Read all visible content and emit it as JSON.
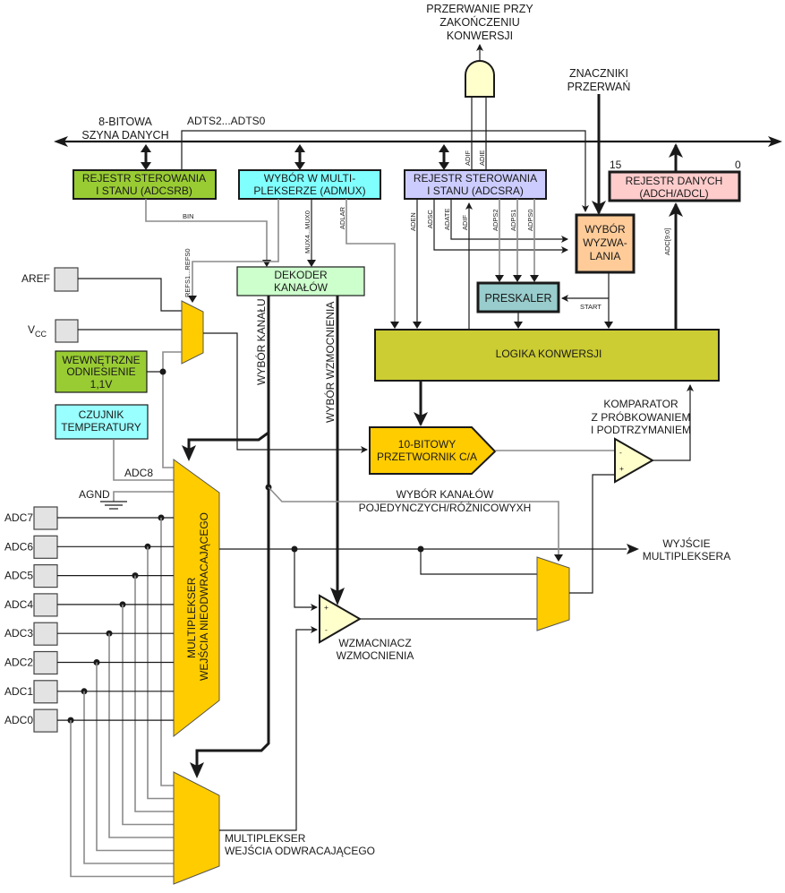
{
  "title": "Schemat blokowy przetwornika A/C",
  "labels": {
    "interrupt_title_1": "PRZERWANIE PRZY",
    "interrupt_title_2": "ZAKOŃCZENIU",
    "interrupt_title_3": "KONWERSJI",
    "flags_1": "ZNACZNIKI",
    "flags_2": "PRZERWAŃ",
    "bus_1": "8-BITOWA",
    "bus_2": "SZYNA DANYCH",
    "adts": "ADTS2...ADTS0",
    "bit15": "15",
    "bit0": "0",
    "bin": "BIN",
    "mux_sel": "MUX4...MUX0",
    "adlar": "ADLAR",
    "refs": "REFS1...REFS0",
    "aden": "ADEN",
    "adsc": "ADSC",
    "adate": "ADATE",
    "adif_in": "ADIF",
    "adif": "ADIF",
    "adie": "ADIE",
    "adps2": "ADPS2",
    "adps1": "ADPS1",
    "adps0": "ADPS0",
    "adc_bits": "ADC[9:0]",
    "start": "START",
    "ch_sel": "WYBÓR KANAŁU",
    "gain_sel": "WYBÓR WZMOCNIENIA",
    "adc8": "ADC8",
    "agnd": "AGND",
    "diff_sel_1": "WYBÓR KANAŁÓW",
    "diff_sel_2": "POJEDYNCZYCH/RÓŻNICOWYXH",
    "mux_out_1": "WYJŚCIE",
    "mux_out_2": "MULTIPLEKSERA",
    "comp_1": "KOMPARATOR",
    "comp_2": "Z PRÓBKOWANIEM",
    "comp_3": "I PODTRZYMANIEM",
    "gain_amp_1": "WZMACNIACZ",
    "gain_amp_2": "WZMOCNIENIA",
    "pos_mux_1": "MULTIPLEKSER",
    "pos_mux_2": "WEJŚCIA NIEODWRACAJĄCEGO",
    "neg_mux_1": "MULTIPLEKSER",
    "neg_mux_2": "WEJŚCIA ODWRACAJĄCEGO",
    "plus": "+",
    "minus": "-",
    "aref": "AREF",
    "vcc": "V",
    "vcc_sub": "CC"
  },
  "blocks": {
    "adcsrb": [
      "REJESTR STEROWANIA",
      "I STANU (ADCSRB)"
    ],
    "admux": [
      "WYBÓR W MULTI-",
      "PLEKSERZE (ADMUX)"
    ],
    "adcsra": [
      "REJESTR STEROWANIA",
      "I STANU (ADCSRA)"
    ],
    "data_reg": [
      "REJESTR DANYCH",
      "(ADCH/ADCL)"
    ],
    "trigger": [
      "WYBÓR",
      "WYZWA-",
      "LANIA"
    ],
    "prescaler": [
      "PRESKALER"
    ],
    "decoder": [
      "DEKODER",
      "KANAŁÓW"
    ],
    "logic": [
      "LOGIKA KONWERSJI"
    ],
    "internal_ref": [
      "WEWNĘTRZNE",
      "ODNIESIENIE",
      "1,1V"
    ],
    "temp_sensor": [
      "CZUJNIK",
      "TEMPERATURY"
    ],
    "dac": [
      "10-BITOWY",
      "PRZETWORNIK C/A"
    ]
  },
  "adc_pins": [
    "ADC7",
    "ADC6",
    "ADC5",
    "ADC4",
    "ADC3",
    "ADC2",
    "ADC1",
    "ADC0"
  ],
  "colors": {
    "adcsrb": "#99cc33",
    "admux": "#80ffff",
    "adcsra": "#ccccff",
    "data_reg": "#ffcccc",
    "trigger": "#ffcc99",
    "prescaler": "#99cccc",
    "decoder": "#ccffcc",
    "logic": "#cccc33",
    "internal_ref": "#99cc33",
    "temp_sensor": "#99ffff",
    "dac": "#ffcc00",
    "mux": "#ffcc00",
    "amp": "#ffffcc",
    "pin": "#e3e3e3"
  }
}
